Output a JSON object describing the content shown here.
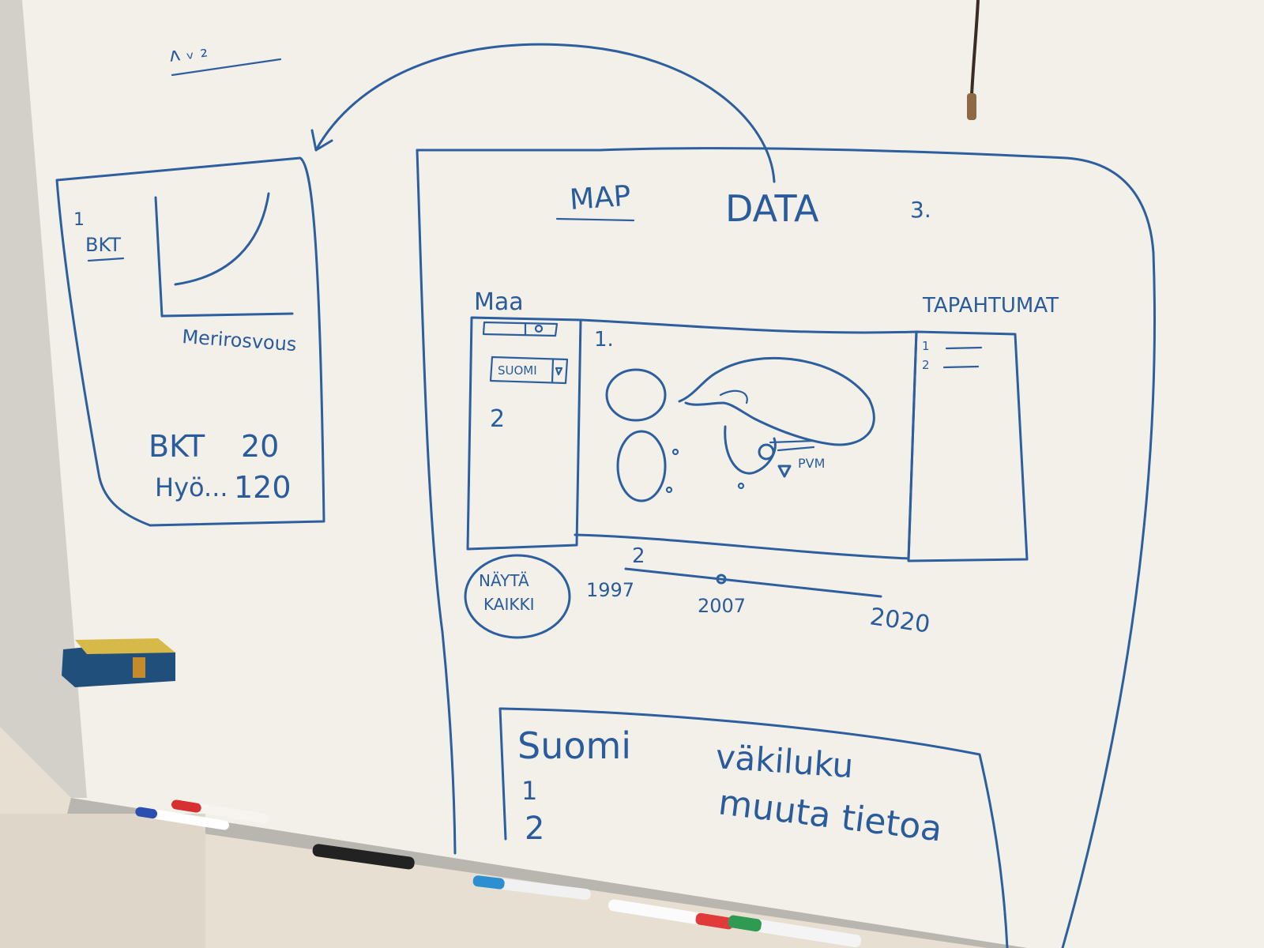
{
  "top_scribble": "ʌ ᵥ ₂",
  "chart_sketch": {
    "y_label": "BKT",
    "y_tick": "1",
    "x_label": "Merirosvous",
    "stat_rows": [
      {
        "label": "BKT",
        "value": "20"
      },
      {
        "label": "Hyö...",
        "value": "120"
      }
    ]
  },
  "tabs": [
    "MAP",
    "DATA",
    "3."
  ],
  "left_panel": {
    "title": "Maa",
    "dropdown_value": "SUOMI",
    "marker_2": "2"
  },
  "map_panel": {
    "marker_1": "1.",
    "label_pvm": "PVM"
  },
  "right_panel": {
    "title": "TAPAHTUMAT",
    "items": [
      "1",
      "2"
    ]
  },
  "show_all_button": {
    "line1": "NÄYTÄ",
    "line2": "KAIKKI"
  },
  "timeline": {
    "labels": [
      "1997",
      "2007",
      "2020"
    ],
    "marker_2": "2"
  },
  "bottom_panel": {
    "country": "Suomi",
    "column_header": "väkiluku",
    "rows": [
      "1",
      "2"
    ],
    "row_note": "muuta tietoa"
  },
  "colors": {
    "ink": "#2d5f9e",
    "board": "#f2efe9",
    "wall": "#e4ddd0",
    "frame": "#c9c6c0"
  }
}
